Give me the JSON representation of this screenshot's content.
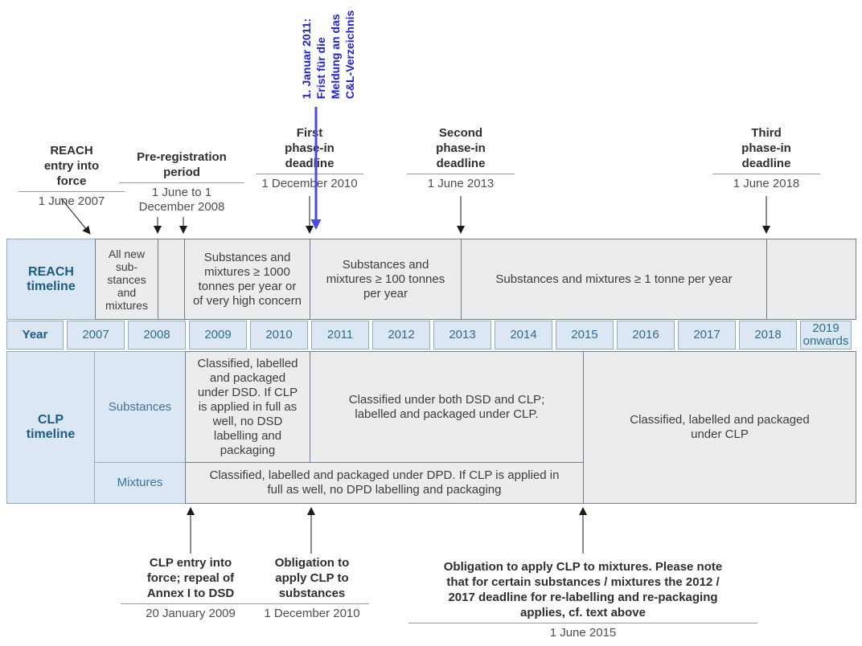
{
  "colors": {
    "header_bg": "#dbe8f4",
    "header_text": "#1b5c85",
    "cell_bg": "#ececec",
    "cell_border": "#6f7d95",
    "year_border": "#92aac4",
    "year_text": "#2d6b90",
    "blue_note_text": "#2121dc",
    "blue_arrow": "#4949ec",
    "arrow_black": "#1a1a1a"
  },
  "blue_note": {
    "text": "1. Januar 2011:\nFrist für die\nMeldung an das\nC&L-Verzeichnis"
  },
  "top_annotations": {
    "reach_entry": {
      "title": "REACH\nentry into\nforce",
      "date": "1 June 2007"
    },
    "pre_registration": {
      "title": "Pre-registration\nperiod",
      "date": "1 June to 1\nDecember 2008"
    },
    "first_deadline": {
      "title": "First\nphase-in\ndeadline",
      "date": "1 December 2010"
    },
    "second_deadline": {
      "title": "Second\nphase-in\ndeadline",
      "date": "1 June 2013"
    },
    "third_deadline": {
      "title": "Third\nphase-in\ndeadline",
      "date": "1 June 2018"
    }
  },
  "table": {
    "reach_header": "REACH\ntimeline",
    "reach_cells": {
      "all_new": "All new\nsub-\nstances\nand\nmixtures",
      "ge_1000": "Substances and\nmixtures ≥ 1000\ntonnes per year or\nof very high concern",
      "ge_100": "Substances and\nmixtures ≥ 100 tonnes\nper year",
      "ge_1": "Substances and mixtures ≥ 1 tonne per year"
    },
    "year_label": "Year",
    "years": [
      "2007",
      "2008",
      "2009",
      "2010",
      "2011",
      "2012",
      "2013",
      "2014",
      "2015",
      "2016",
      "2017",
      "2018",
      "2019\nonwards"
    ],
    "clp_header": "CLP\ntimeline",
    "row_labels": {
      "substances": "Substances",
      "mixtures": "Mixtures"
    },
    "clp_cells": {
      "sub_dsd": "Classified, labelled\nand packaged\nunder DSD.  If CLP\nis applied in full as\nwell, no DSD\nlabelling and\npackaging",
      "sub_both": "Classified under both DSD and CLP;\nlabelled and packaged under CLP.",
      "clp_full": "Classified, labelled and packaged\nunder CLP",
      "mix_dpd": "Classified, labelled and packaged under DPD.  If CLP is applied in\nfull as well, no DPD labelling and packaging"
    }
  },
  "bottom_annotations": {
    "clp_entry": {
      "title": "CLP entry into\nforce; repeal of\nAnnex I to DSD",
      "date": "20 January 2009"
    },
    "obligation_substances": {
      "title": "Obligation to\napply CLP to\nsubstances",
      "date": "1 December 2010"
    },
    "obligation_mixtures": {
      "title": "Obligation to apply CLP to  mixtures. Please note\nthat for certain substances / mixtures the 2012 /\n2017 deadline for re-labelling and re-packaging\napplies, cf. text above",
      "date": "1 June 2015"
    }
  }
}
